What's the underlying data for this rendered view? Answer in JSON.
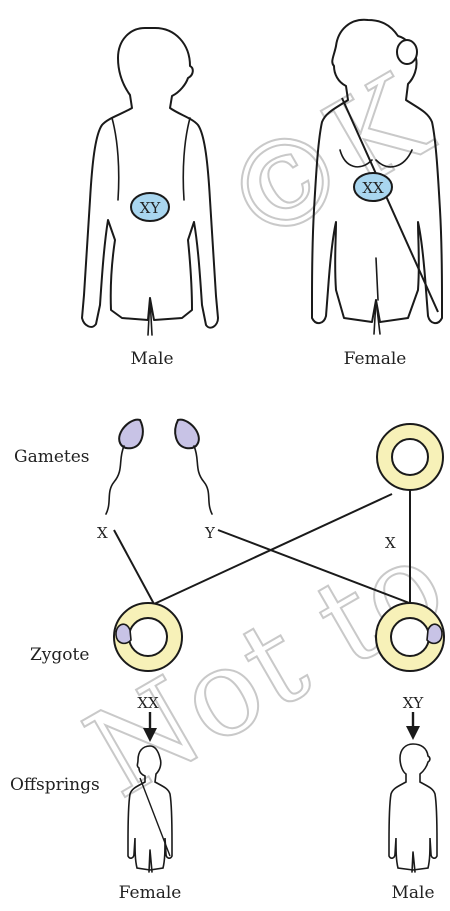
{
  "parents": {
    "male_label": "Male",
    "female_label": "Female",
    "male_chromosomes": "XY",
    "female_chromosomes": "XX"
  },
  "rows": {
    "gametes_label": "Gametes",
    "zygote_label": "Zygote",
    "offsprings_label": "Offsprings"
  },
  "gametes": {
    "sperm_x": "X",
    "sperm_y": "Y",
    "egg_x": "X"
  },
  "offspring": {
    "left_chromosomes": "XX",
    "right_chromosomes": "XY",
    "left_label": "Female",
    "right_label": "Male"
  },
  "colors": {
    "nucleus_fill": "#a9d6ef",
    "egg_fill": "#f7f1b8",
    "sperm_fill": "#c8c3e6"
  }
}
